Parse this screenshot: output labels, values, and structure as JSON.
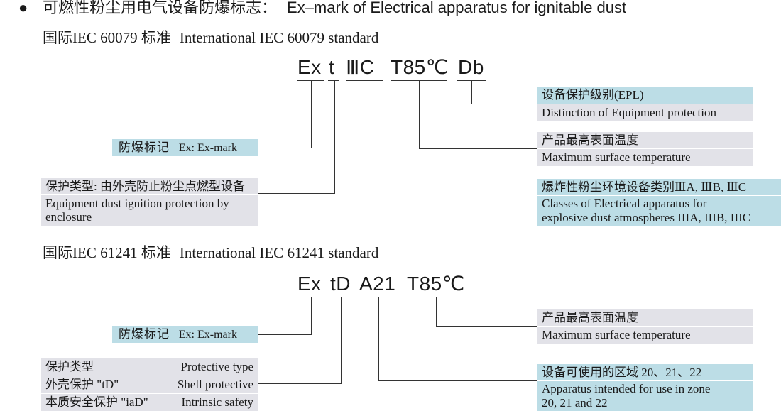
{
  "header": {
    "bullet": "●",
    "title_cn": "可燃性粉尘用电气设备防爆标志：",
    "title_en": "Ex–mark of Electrical apparatus for ignitable dust"
  },
  "section1": {
    "std_cn": "国际IEC 60079 标准",
    "std_en": "International IEC 60079 standard",
    "code": {
      "ex": "Ex",
      "t": "t",
      "group": "ⅢC",
      "temp": "T85℃",
      "epl": "Db"
    },
    "epl": {
      "cn": "设备保护级别(EPL)",
      "en": "Distinction of Equipment protection"
    },
    "temp": {
      "cn": "产品最高表面温度",
      "en": "Maximum surface temperature"
    },
    "group": {
      "cn": "爆炸性粉尘环境设备类别ⅢA, ⅢB, ⅢC",
      "en1": "Classes of Electrical apparatus for",
      "en2": "explosive dust atmospheres IIIA, IIIB, IIIC"
    },
    "exmark": {
      "cn": "防爆标记",
      "en": "Ex: Ex-mark"
    },
    "protection": {
      "cn": "保护类型:  由外壳防止粉尘点燃型设备",
      "en1": "Equipment dust ignition protection by",
      "en2": "enclosure"
    }
  },
  "section2": {
    "std_cn": "国际IEC 61241 标准",
    "std_en": "International IEC 61241 standard",
    "code": {
      "ex": "Ex",
      "td": "tD",
      "zone": "A21",
      "temp": "T85℃"
    },
    "temp": {
      "cn": "产品最高表面温度",
      "en": "Maximum surface temperature"
    },
    "exmark": {
      "cn": "防爆标记",
      "en": "Ex: Ex-mark"
    },
    "zone": {
      "cn": "设备可使用的区域 20、21、22",
      "en1": "Apparatus intended for use in zone",
      "en2": "20, 21 and 22"
    },
    "ptype": {
      "row1_cn": "保护类型",
      "row1_en": "Protective type",
      "row2_cn": "外壳保护 \"tD\"",
      "row2_en": "Shell protective",
      "row3_cn": "本质安全保护 \"iaD\"",
      "row3_en": "Intrinsic safety"
    }
  }
}
